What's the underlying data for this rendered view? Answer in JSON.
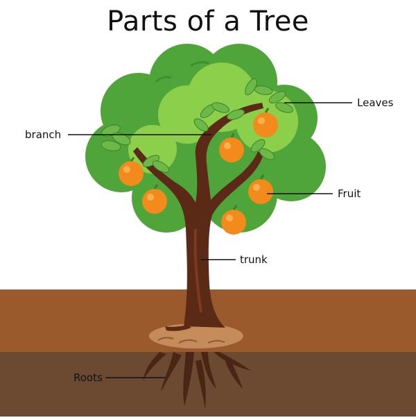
{
  "title": "Parts of a Tree",
  "labels": {
    "leaves": "Leaves",
    "branch": "branch",
    "fruit": "Fruit",
    "trunk": "trunk",
    "roots": "Roots"
  },
  "colors": {
    "background": "#ffffff",
    "soil_top": "#9a5a2b",
    "soil_bottom": "#6b4a31",
    "canopy_dark": "#4fa53a",
    "canopy_light": "#8ccf4a",
    "trunk": "#5b2a17",
    "fruit": "#f28a1c",
    "leader_line": "#111111"
  },
  "icons": {
    "fruit": "orange-icon",
    "leaf": "leaf-icon"
  }
}
